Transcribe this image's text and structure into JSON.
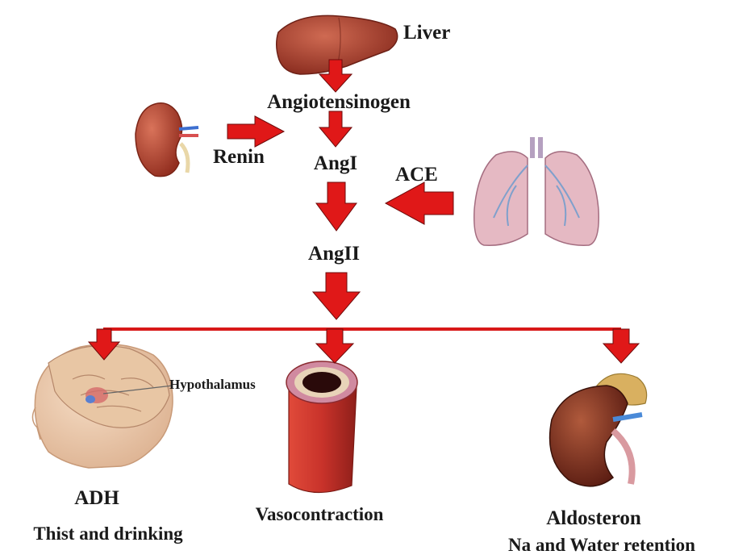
{
  "diagram": {
    "liver": "Liver",
    "angiotensinogen": "Angiotensinogen",
    "renin": "Renin",
    "ang1": "AngI",
    "ace": "ACE",
    "ang2": "AngII",
    "hypothalamus": "Hypothalamus",
    "adh": "ADH",
    "adh_effect": "Thist and drinking",
    "vaso": "Vasocontraction",
    "aldo": "Aldosteron",
    "aldo_effect": "Na and Water retention"
  },
  "colors": {
    "arrow": "#e01818",
    "arrow_outline": "#6e0b0b",
    "liver": "#a83d2c",
    "kidney": "#b5452f",
    "lung": "#e3b8c2",
    "artery": "#c83a2d",
    "skin": "#eecdb0"
  }
}
